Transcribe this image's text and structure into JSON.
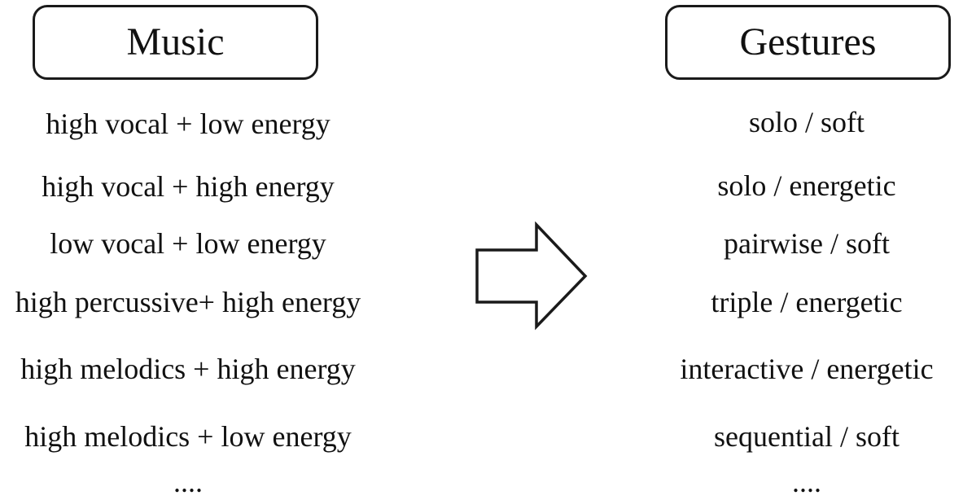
{
  "music": {
    "title": "Music",
    "items": [
      "high vocal + low energy",
      "high vocal + high energy",
      "low vocal + low energy",
      "high percussive+ high energy",
      "high melodics + high energy",
      "high melodics + low energy",
      "...."
    ]
  },
  "gestures": {
    "title": "Gestures",
    "items": [
      "solo / soft",
      "solo / energetic",
      "pairwise / soft",
      "triple / energetic",
      "interactive / energetic",
      "sequential / soft",
      "...."
    ]
  },
  "arrow": {
    "icon": "right-arrow-icon",
    "stroke": "#1a1a1a",
    "fill": "#ffffff"
  }
}
